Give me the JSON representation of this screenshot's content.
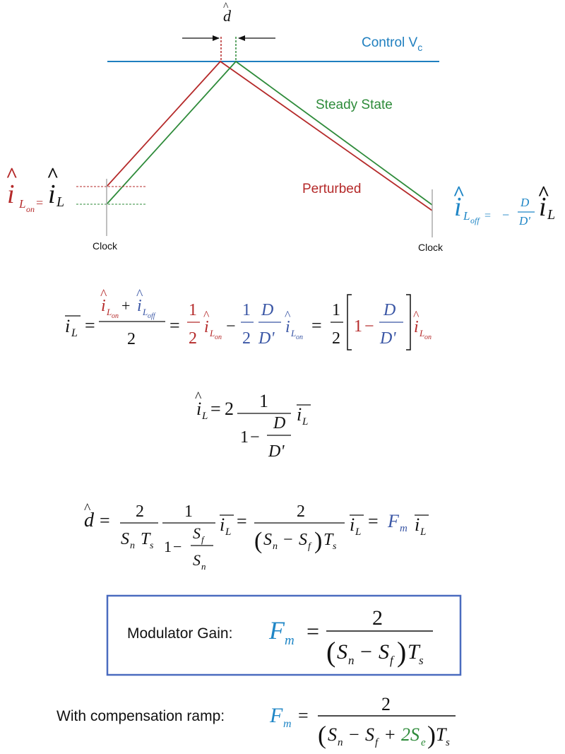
{
  "colors": {
    "control": "#1f7fbf",
    "steady": "#2e8b3a",
    "perturbed": "#b52a2a",
    "math_blue": "#3a56a5",
    "fm_blue": "#1f86c6",
    "box_border": "#4a6bbf",
    "text": "#111111",
    "clock_line": "#aaaaaa"
  },
  "diagram": {
    "d_hat": "d",
    "control_label": "Control V",
    "control_sub": "c",
    "steady_label": "Steady State",
    "perturbed_label": "Perturbed",
    "clock_left": "Clock",
    "clock_right": "Clock",
    "i_on_sym": "i",
    "i_on_sub_L": "L",
    "i_on_sub_on": "on",
    "eq_sign": "=",
    "i_L_sym": "i",
    "i_L_sub": "L",
    "i_off_sym": "i",
    "i_off_sub_L": "L",
    "i_off_sub_off": "off",
    "minus": "−",
    "D": "D",
    "Dprime": "D'",
    "i_L2_sym": "i",
    "i_L2_sub": "L"
  },
  "eq1": {
    "lhs": "i",
    "sub_L": "L",
    "sub_on": "on",
    "sub_off": "off",
    "plus": "+",
    "minus": "−",
    "equals": "=",
    "one": "1",
    "two": "2",
    "D": "D",
    "Dp": "D'"
  },
  "eq2": {
    "i": "i",
    "L": "L",
    "equals": "=",
    "two": "2",
    "one": "1",
    "minus": "−",
    "D": "D",
    "Dp": "D'"
  },
  "eq3": {
    "d": "d",
    "equals": "=",
    "two": "2",
    "one": "1",
    "minus": "−",
    "S": "S",
    "n": "n",
    "f": "f",
    "T": "T",
    "s": "s",
    "i": "i",
    "L": "L",
    "F": "F",
    "m": "m"
  },
  "modulator_box": {
    "label": "Modulator Gain:",
    "F": "F",
    "m": "m",
    "equals": "=",
    "two": "2",
    "S": "S",
    "n": "n",
    "minus": "−",
    "f": "f",
    "T": "T",
    "s": "s"
  },
  "compensation": {
    "label": "With compensation ramp:",
    "F": "F",
    "m": "m",
    "equals": "=",
    "two": "2",
    "S": "S",
    "n": "n",
    "minus": "−",
    "f": "f",
    "plus": "+",
    "two_Se": "2S",
    "e": "e",
    "T": "T",
    "s": "s"
  }
}
